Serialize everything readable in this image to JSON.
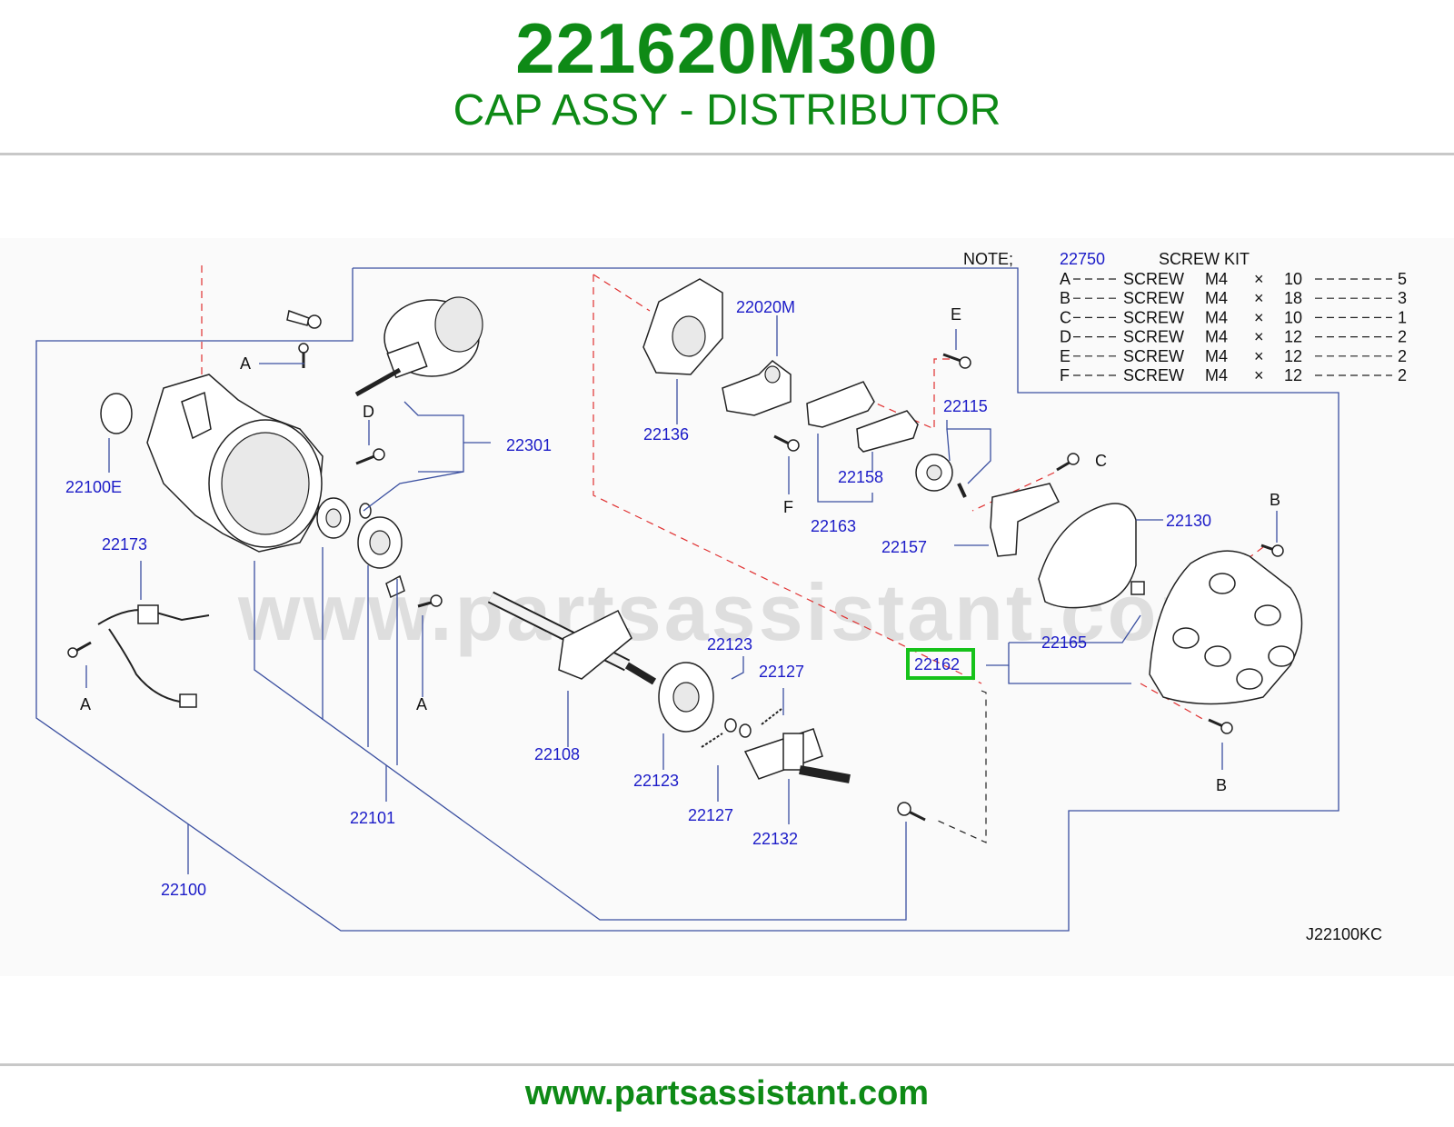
{
  "header": {
    "part_number": "221620M300",
    "part_name": "CAP ASSY - DISTRIBUTOR"
  },
  "footer": {
    "url": "www.partsassistant.com"
  },
  "diagram": {
    "watermark": "www.partsassistant.com",
    "figure_code": "J22100KC",
    "highlighted_part": "22162",
    "callouts": {
      "c22020M": "22020M",
      "c22136": "22136",
      "c22301": "22301",
      "c22100E": "22100E",
      "c22173": "22173",
      "c22115": "22115",
      "c22158": "22158",
      "c22163": "22163",
      "c22157": "22157",
      "c22130": "22130",
      "c22165": "22165",
      "c22162": "22162",
      "c22123a": "22123",
      "c22127a": "22127",
      "c22108": "22108",
      "c22123b": "22123",
      "c22127b": "22127",
      "c22132": "22132",
      "c22101": "22101",
      "c22100": "22100"
    },
    "screw_letters": {
      "a1": "A",
      "a2": "A",
      "a3": "A",
      "b1": "B",
      "b2": "B",
      "c1": "C",
      "d1": "D",
      "e1": "E",
      "f1": "F"
    },
    "note": {
      "label": "NOTE;",
      "kit_number": "22750",
      "kit_name": "SCREW  KIT",
      "rows": [
        {
          "letter": "A",
          "item": "SCREW",
          "size": "M4",
          "x": "×",
          "length": "10",
          "qty": "5"
        },
        {
          "letter": "B",
          "item": "SCREW",
          "size": "M4",
          "x": "×",
          "length": "18",
          "qty": "3"
        },
        {
          "letter": "C",
          "item": "SCREW",
          "size": "M4",
          "x": "×",
          "length": "10",
          "qty": "1"
        },
        {
          "letter": "D",
          "item": "SCREW",
          "size": "M4",
          "x": "×",
          "length": "12",
          "qty": "2"
        },
        {
          "letter": "E",
          "item": "SCREW",
          "size": "M4",
          "x": "×",
          "length": "12",
          "qty": "2"
        },
        {
          "letter": "F",
          "item": "SCREW",
          "size": "M4",
          "x": "×",
          "length": "12",
          "qty": "2"
        }
      ]
    }
  }
}
